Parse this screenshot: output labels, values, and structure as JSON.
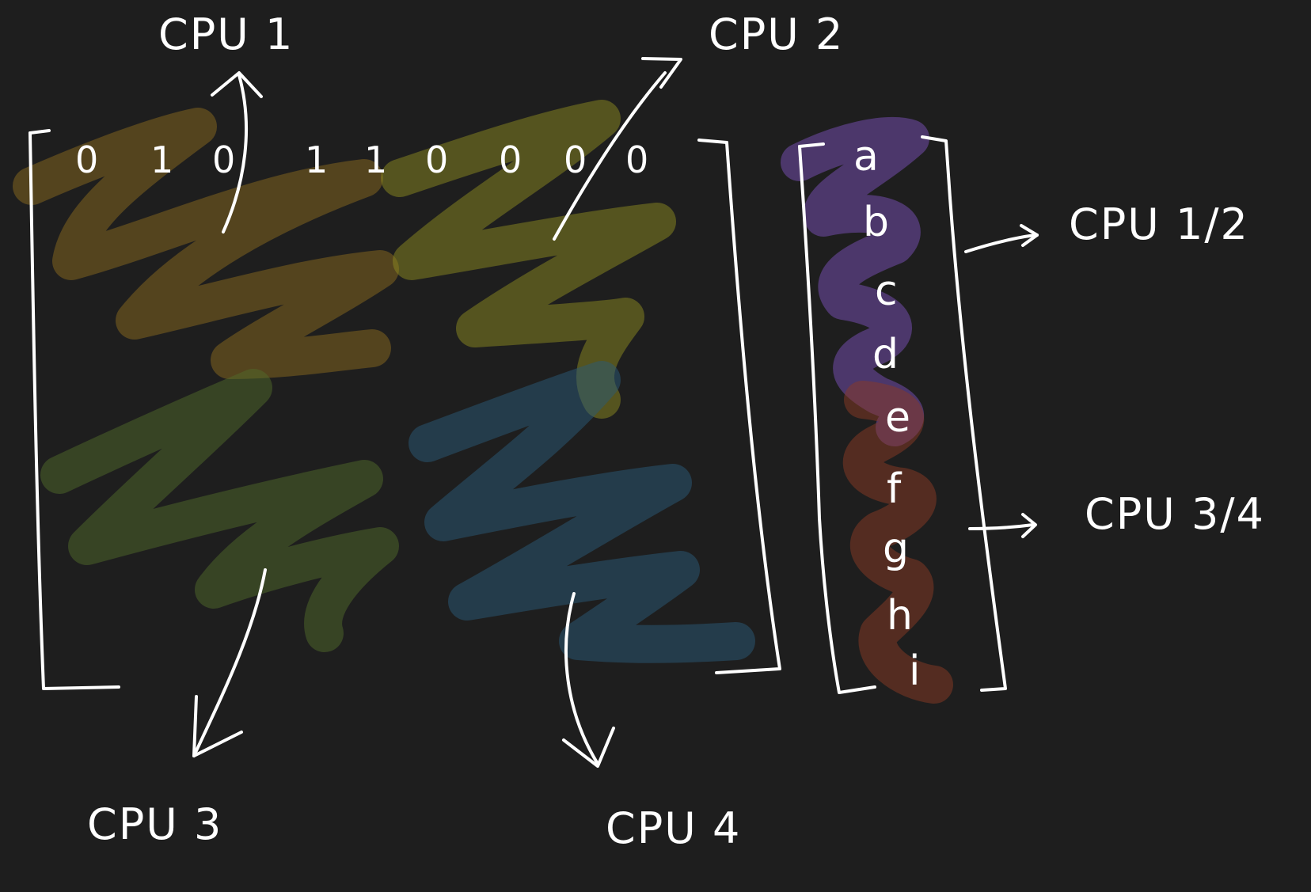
{
  "labels": {
    "cpu1": "CPU 1",
    "cpu2": "CPU 2",
    "cpu3": "CPU 3",
    "cpu4": "CPU 4",
    "cpu12": "CPU 1/2",
    "cpu34": "CPU 3/4"
  },
  "matrix": {
    "first_row": [
      "0",
      "1",
      "0",
      "1",
      "1",
      "0",
      "0",
      "0",
      "0"
    ]
  },
  "vector": {
    "entries": [
      "a",
      "b",
      "c",
      "d",
      "e",
      "f",
      "g",
      "h",
      "i"
    ]
  },
  "colors": {
    "background": "#1e1e1e",
    "ink": "#ffffff",
    "cpu1_region": "#8a6a1e",
    "cpu2_region": "#8c8a1f",
    "cpu3_region": "#4f6a2a",
    "cpu4_region": "#2a5a78",
    "vector_top_half": "#7a4fb8",
    "vector_bottom_half": "#8a3a24"
  }
}
